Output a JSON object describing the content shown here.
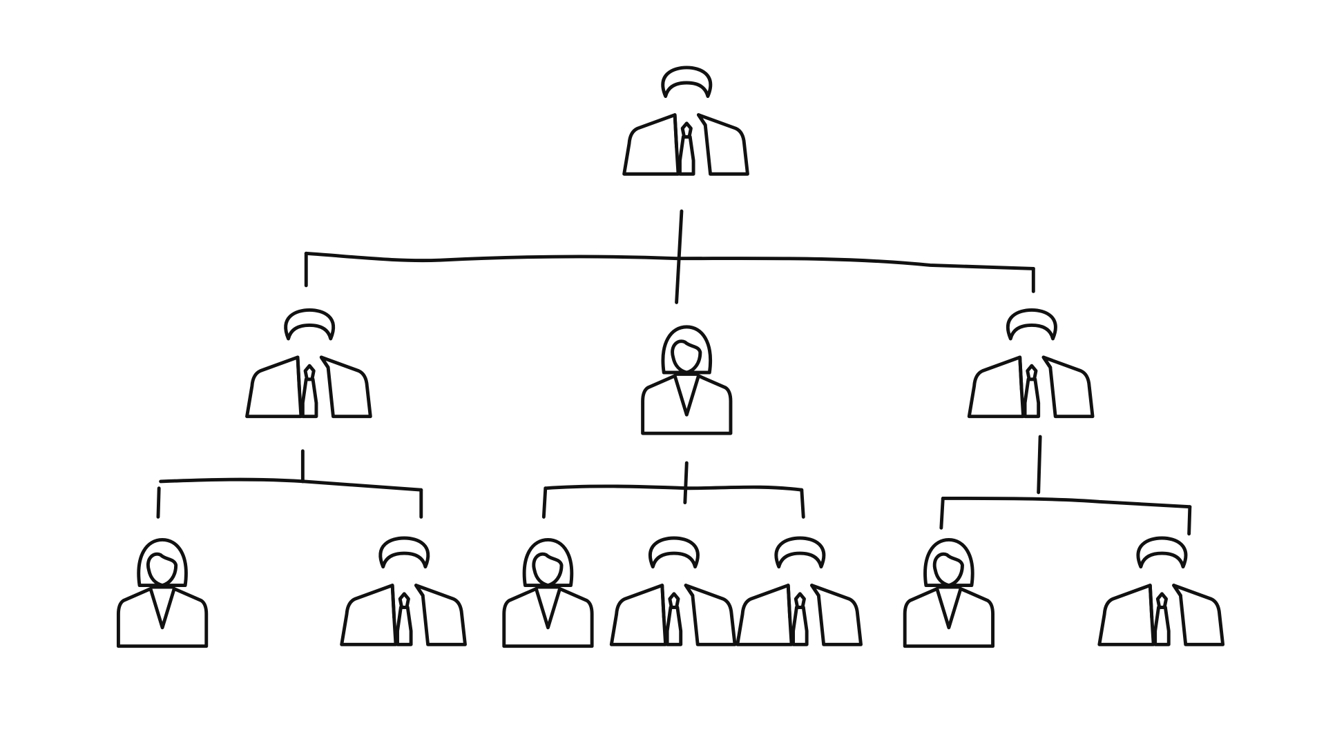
{
  "diagram": {
    "type": "org-chart",
    "style": "hand-drawn line art",
    "stroke_color": "#111111",
    "background": "#ffffff",
    "nodes": [
      {
        "id": "n0",
        "figure": "man",
        "parent": null
      },
      {
        "id": "n1",
        "figure": "man",
        "parent": "n0"
      },
      {
        "id": "n2",
        "figure": "woman",
        "parent": "n0"
      },
      {
        "id": "n3",
        "figure": "man",
        "parent": "n0"
      },
      {
        "id": "n4",
        "figure": "woman",
        "parent": "n1"
      },
      {
        "id": "n5",
        "figure": "man",
        "parent": "n1"
      },
      {
        "id": "n6",
        "figure": "woman",
        "parent": "n2"
      },
      {
        "id": "n7",
        "figure": "man",
        "parent": "n2"
      },
      {
        "id": "n8",
        "figure": "man",
        "parent": "n2"
      },
      {
        "id": "n9",
        "figure": "woman",
        "parent": "n3"
      },
      {
        "id": "n10",
        "figure": "man",
        "parent": "n3"
      }
    ]
  }
}
